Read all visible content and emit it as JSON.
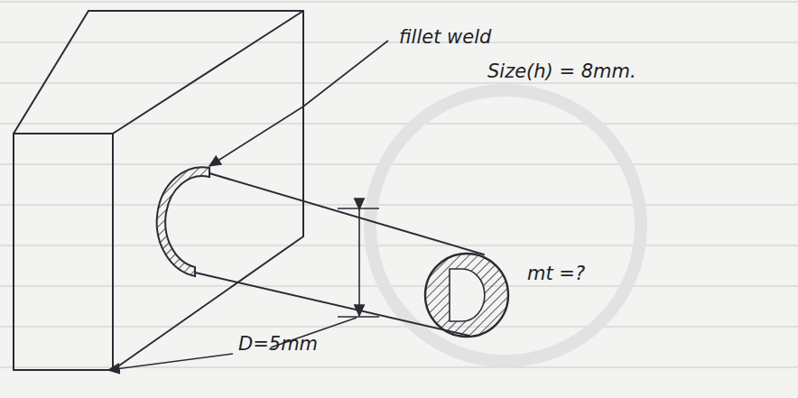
{
  "diagram": {
    "labels": [
      "fillet weld",
      "Size(h) = 8mm.",
      "D=5mm",
      "mt =?"
    ]
  }
}
